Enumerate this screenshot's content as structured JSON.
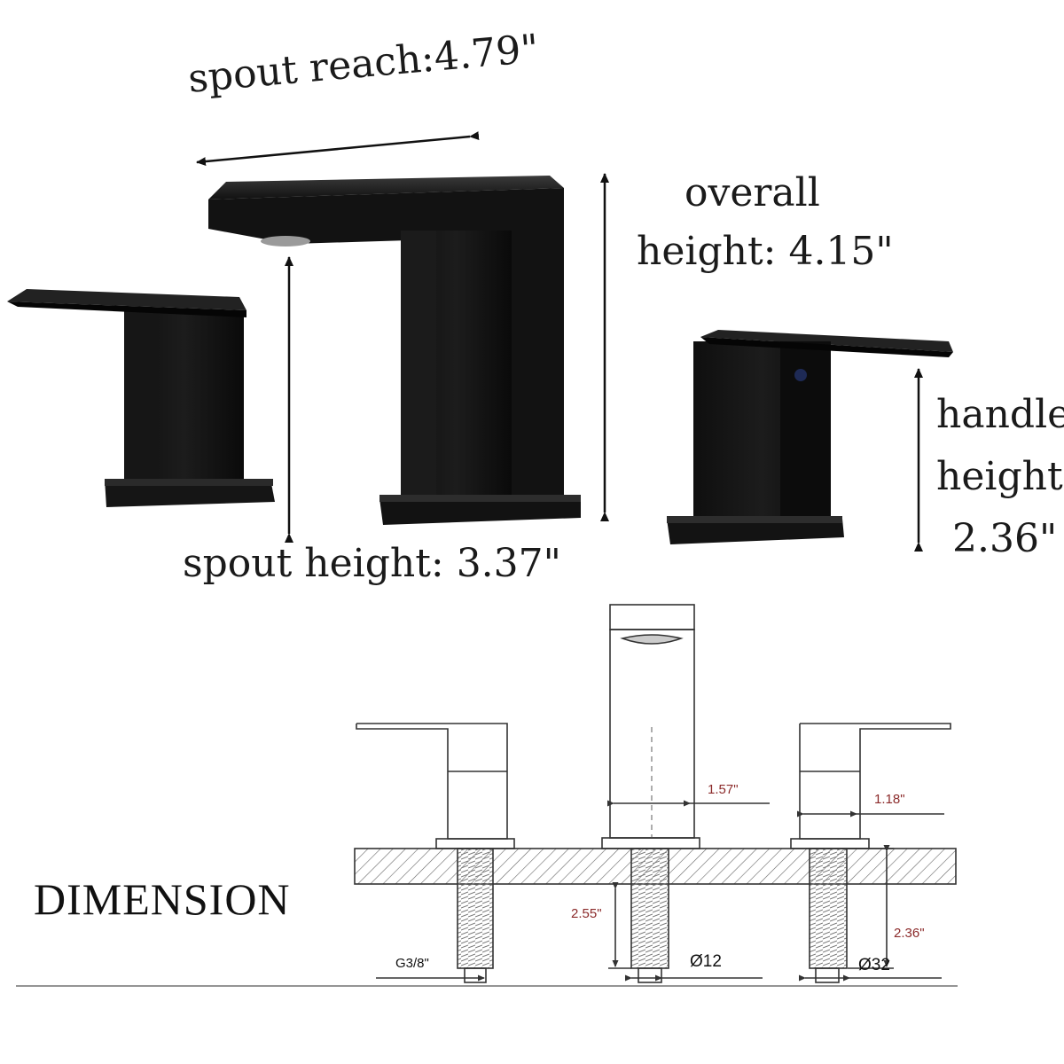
{
  "photo_callouts": {
    "spout_reach": "spout reach:4.79\"",
    "overall_height_line1": "overall",
    "overall_height_line2": "height: 4.15\"",
    "handle_height_line1": "handle",
    "handle_height_line2": "height:",
    "handle_height_line3": "2.36\"",
    "spout_height": "spout height: 3.37\""
  },
  "technical_drawing": {
    "title": "DIMENSION",
    "spout_width": "1.57\"",
    "handle_width": "1.18\"",
    "shank_length_left": "2.55\"",
    "shank_length_right": "2.36\"",
    "thread_size": "G3/8\"",
    "hole_diameter": "Ø12",
    "base_diameter": "Ø32"
  },
  "colors": {
    "faucet_finish": "#141414",
    "dimension_red": "#8b2a2a",
    "line_gray": "#333333"
  }
}
